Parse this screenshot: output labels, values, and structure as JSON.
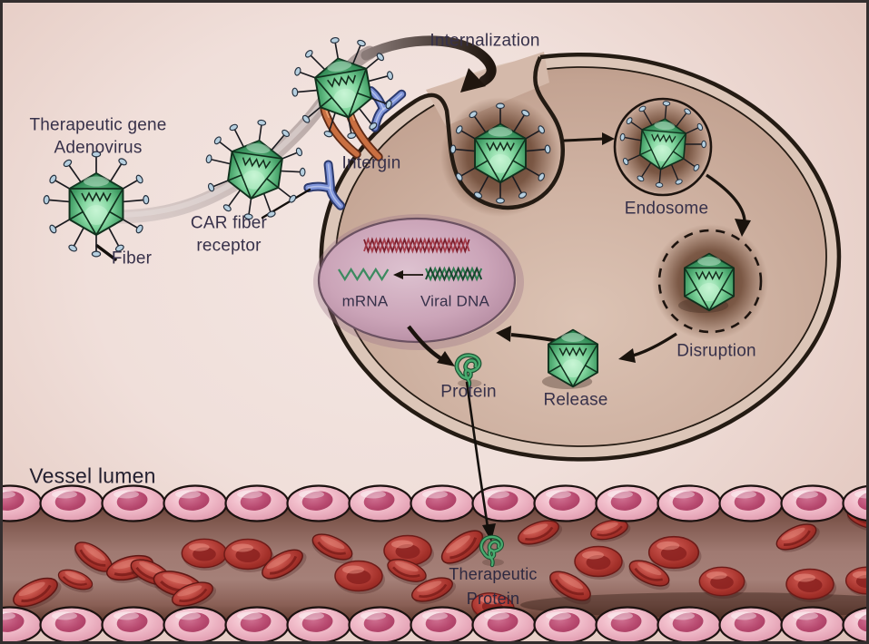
{
  "labels": {
    "therapeutic_gene": "Therapeutic gene",
    "adenovirus": "Adenovirus",
    "fiber": "Fiber",
    "car_fiber_line1": "CAR fiber",
    "car_fiber_line2": "receptor",
    "intergin": "Intergin",
    "internalization": "Internalization",
    "endosome": "Endosome",
    "disruption": "Disruption",
    "release": "Release",
    "mrna": "mRNA",
    "viral_dna": "Viral DNA",
    "protein": "Protein",
    "therapeutic_line1": "Therapeutic",
    "therapeutic_line2": "Protein",
    "vessel_lumen": "Vessel lumen"
  },
  "colors": {
    "background_pink": "#f0dfda",
    "background_edge": "#dcc0b8",
    "cell_fill": "#cfb2a2",
    "cell_rim": "#dcc6b8",
    "membrane_dark": "#241b13",
    "vesicle_brown": "#5f3a26",
    "nucleus_fill": "#cba4b8",
    "host_dna_red": "#7c1e2c",
    "mrna_green": "#3c8a60",
    "virus_green_light": "#c6f5d4",
    "virus_green_dark": "#2c7a4c",
    "virus_outline": "#10301d",
    "fiber_knob_blue": "#b6cfdf",
    "car_receptor_blue": "#7e93d8",
    "integrin_orange": "#c96f41",
    "endothelial_pink": "#f2bfcc",
    "endothelial_nucleus": "#b84a70",
    "vessel_interior": "#a07a72",
    "red_blood_cell": "#bc4740",
    "label_color": "#37314a",
    "arrow_black": "#1a130d"
  },
  "icons": {
    "adenovirus-icon": "green icosahedral capsid with fiber knobs",
    "protein-icon": "green coiled squiggle",
    "car-receptor-icon": "blue Y-shaped receptor",
    "integrin-icon": "orange paired transmembrane legs",
    "red-blood-cell-icon": "red biconcave disc",
    "endothelial-cell-icon": "pink oval cell with dark nucleus",
    "dna-zigzag-icon": "crossed double-strand zigzag",
    "mrna-zigzag-icon": "single-strand zigzag"
  }
}
